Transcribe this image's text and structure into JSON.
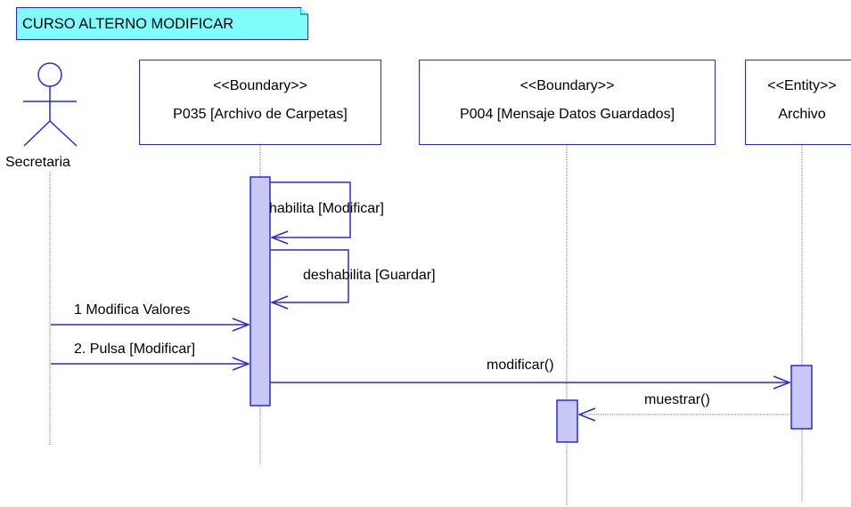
{
  "note": {
    "label": "CURSO ALTERNO MODIFICAR"
  },
  "actor": {
    "name": "Secretaria"
  },
  "lifelines": [
    {
      "stereotype": "<<Boundary>>",
      "name": "P035 [Archivo de Carpetas]"
    },
    {
      "stereotype": "<<Boundary>>",
      "name": "P004 [Mensaje Datos Guardados]"
    },
    {
      "stereotype": "<<Entity>>",
      "name": "Archivo"
    }
  ],
  "messages": [
    {
      "label": "habilita [Modificar]"
    },
    {
      "label": "deshabilita [Guardar]"
    },
    {
      "label": "1 Modifica Valores"
    },
    {
      "label": "2. Pulsa [Modificar]"
    },
    {
      "label": "modificar()"
    },
    {
      "label": "muestrar()"
    }
  ],
  "colors": {
    "line": "#2a2ad4",
    "activation_fill": "#c8c8f4",
    "note_fill": "#7ffdfd"
  }
}
